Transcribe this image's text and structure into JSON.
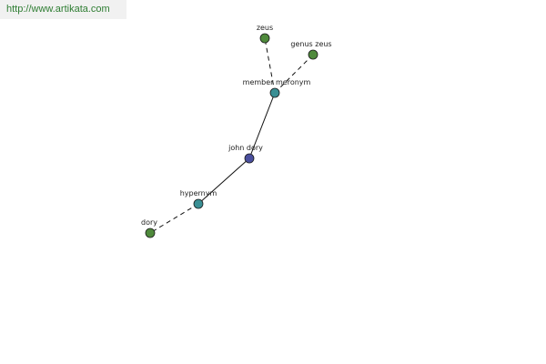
{
  "banner": {
    "url_text": "http://www.artikata.com",
    "text_color": "#2e7d32"
  },
  "graph": {
    "node_colors": {
      "center": "#4a4f9e",
      "relation": "#3a8f94",
      "leaf": "#4f8a3c"
    },
    "nodes": [
      {
        "id": "zeus",
        "label": "zeus",
        "kind": "leaf"
      },
      {
        "id": "genus-zeus",
        "label": "genus zeus",
        "kind": "leaf"
      },
      {
        "id": "member-meronym",
        "label": "member meronym",
        "kind": "relation"
      },
      {
        "id": "john-dory",
        "label": "john dory",
        "kind": "center"
      },
      {
        "id": "hypernym",
        "label": "hypernym",
        "kind": "relation"
      },
      {
        "id": "dory",
        "label": "dory",
        "kind": "leaf"
      }
    ],
    "edges": [
      {
        "from": "john-dory",
        "to": "member-meronym",
        "style": "solid"
      },
      {
        "from": "member-meronym",
        "to": "zeus",
        "style": "dashed"
      },
      {
        "from": "member-meronym",
        "to": "genus-zeus",
        "style": "dashed"
      },
      {
        "from": "john-dory",
        "to": "hypernym",
        "style": "solid"
      },
      {
        "from": "hypernym",
        "to": "dory",
        "style": "dashed"
      }
    ]
  }
}
